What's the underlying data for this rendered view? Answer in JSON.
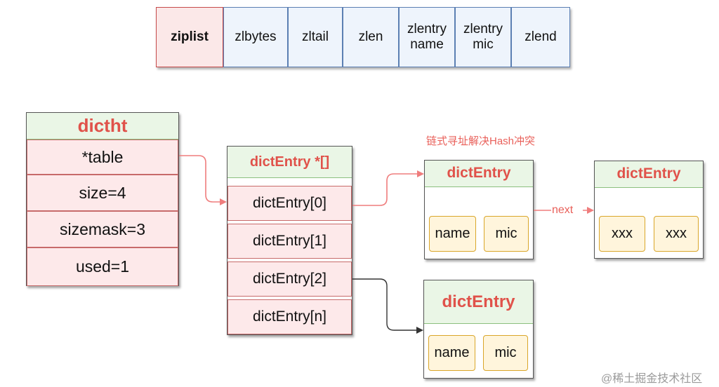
{
  "ziplist": {
    "head": "ziplist",
    "cells": [
      "zlbytes",
      "zltail",
      "zlen",
      "zlentry\nname",
      "zlentry\nmic",
      "zlend"
    ]
  },
  "dictht": {
    "title": "dictht",
    "rows": [
      "*table",
      "size=4",
      "sizemask=3",
      "used=1"
    ]
  },
  "entry_array": {
    "title": "dictEntry *[]",
    "rows": [
      "dictEntry[0]",
      "dictEntry[1]",
      "dictEntry[2]",
      "dictEntry[n]"
    ]
  },
  "annotation": "链式寻址解决Hash冲突",
  "entry_a": {
    "title": "dictEntry",
    "key": "name",
    "value": "mic"
  },
  "entry_next_label": "next",
  "entry_b": {
    "title": "dictEntry",
    "key": "xxx",
    "value": "xxx"
  },
  "entry_c": {
    "title": "dictEntry",
    "key": "name",
    "value": "mic"
  },
  "watermark": "@稀土掘金技术社区",
  "colors": {
    "title_red": "#e0524a",
    "arrow_red": "#ef7d7d",
    "arrow_dark": "#333333"
  }
}
